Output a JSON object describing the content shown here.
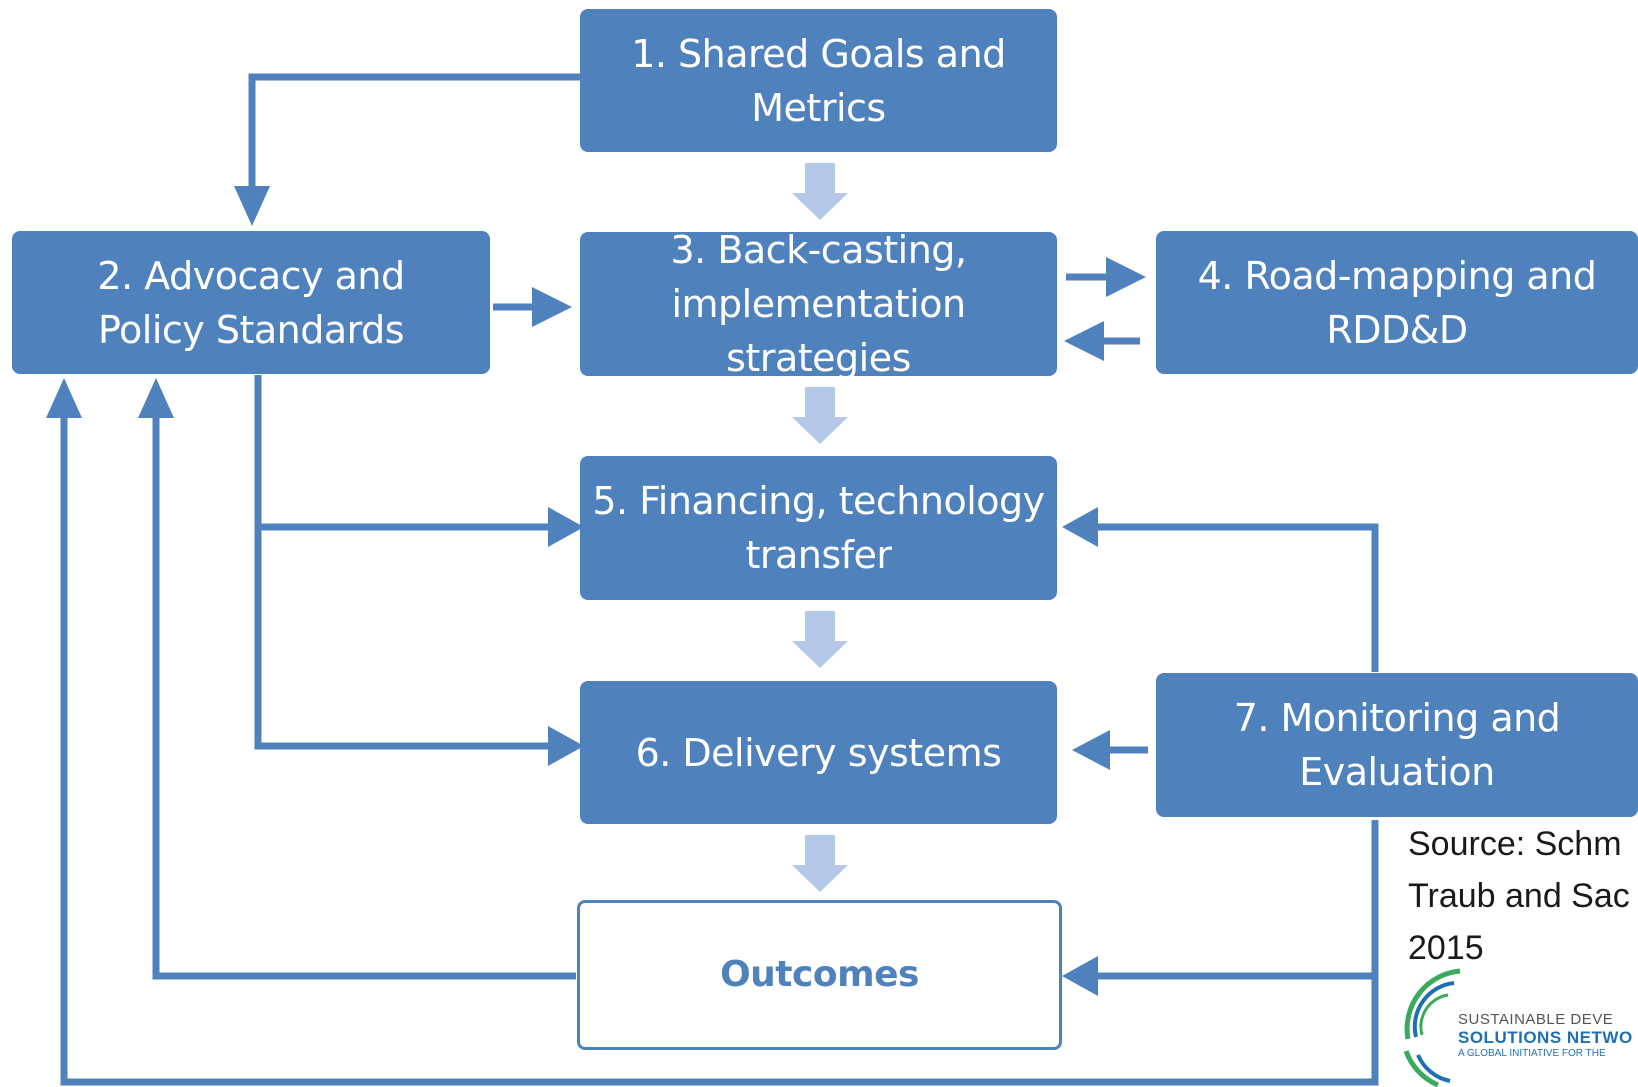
{
  "boxes": {
    "shared_goals": "1. Shared Goals and\nMetrics",
    "advocacy": "2. Advocacy and\nPolicy Standards",
    "backcasting": "3. Back-casting,\nimplementation strategies",
    "roadmapping": "4. Road-mapping and\nRDD&D",
    "financing": "5. Financing, technology\ntransfer",
    "delivery": "6. Delivery systems",
    "monitoring": "7. Monitoring and\nEvaluation",
    "outcomes": "Outcomes"
  },
  "source": {
    "line1": "Source: Schm",
    "line2": "Traub and Sac",
    "line3": "2015"
  },
  "logo": {
    "line1": "SUSTAINABLE DEVE",
    "line2": "SOLUTIONS NETWO",
    "line3": "A GLOBAL INITIATIVE FOR THE"
  },
  "colors": {
    "box_fill": "#4f81bd",
    "arrow": "#4f81bd",
    "flow_arrow": "#b4c7e7",
    "logo_green": "#3aaa5c",
    "logo_blue": "#1f6fb5"
  }
}
